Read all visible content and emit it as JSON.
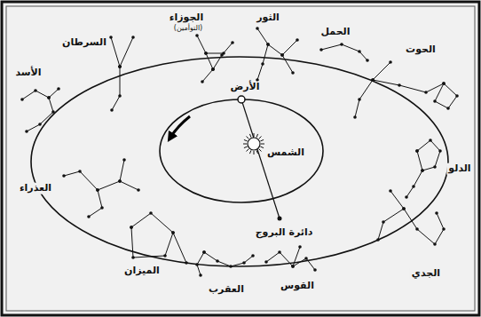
{
  "diagram": {
    "labels": [
      "الجوزاء",
      "(التوأمين)",
      "الثور",
      "الحمل",
      "الحوت",
      "الدلو",
      "الجدي",
      "القوس",
      "العقرب",
      "الميزان",
      "العذراء",
      "الأسد",
      "السرطان",
      "الأرض",
      "الشمس",
      "دائرة البروج"
    ]
  }
}
